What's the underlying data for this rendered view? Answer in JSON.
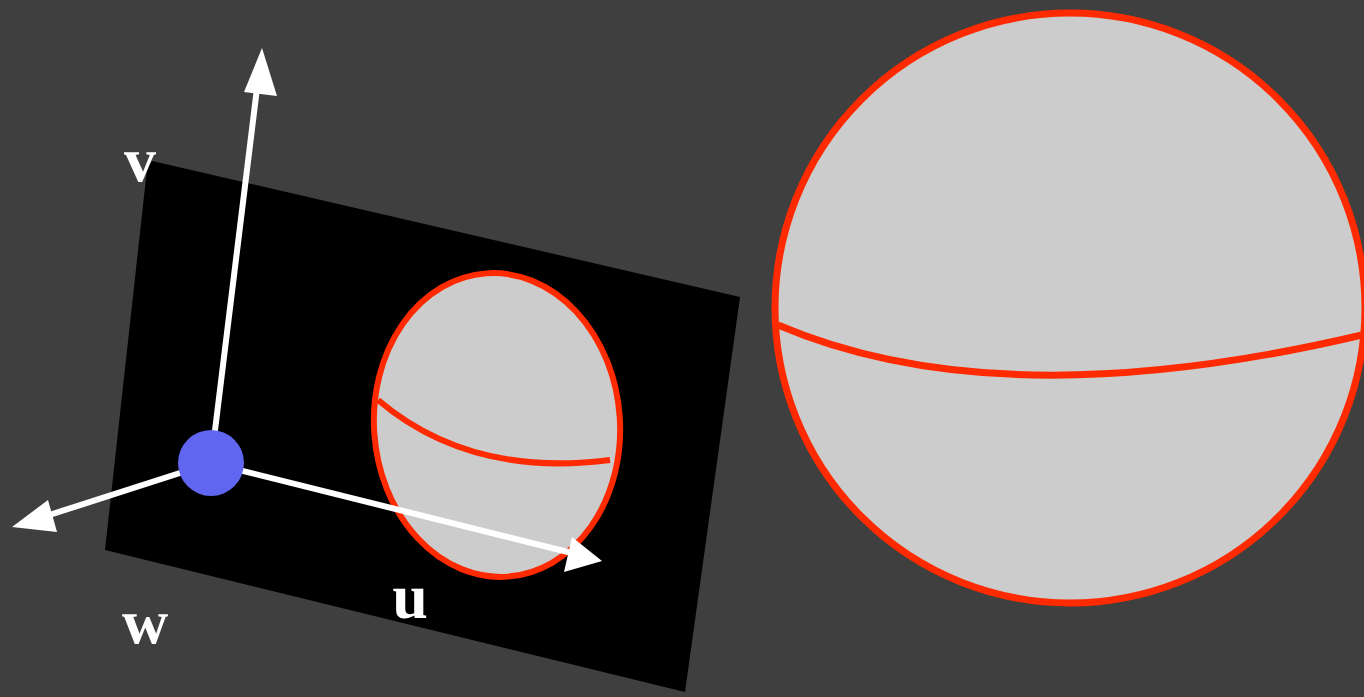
{
  "diagram": {
    "labels": [
      "v",
      "w",
      "u"
    ]
  }
}
